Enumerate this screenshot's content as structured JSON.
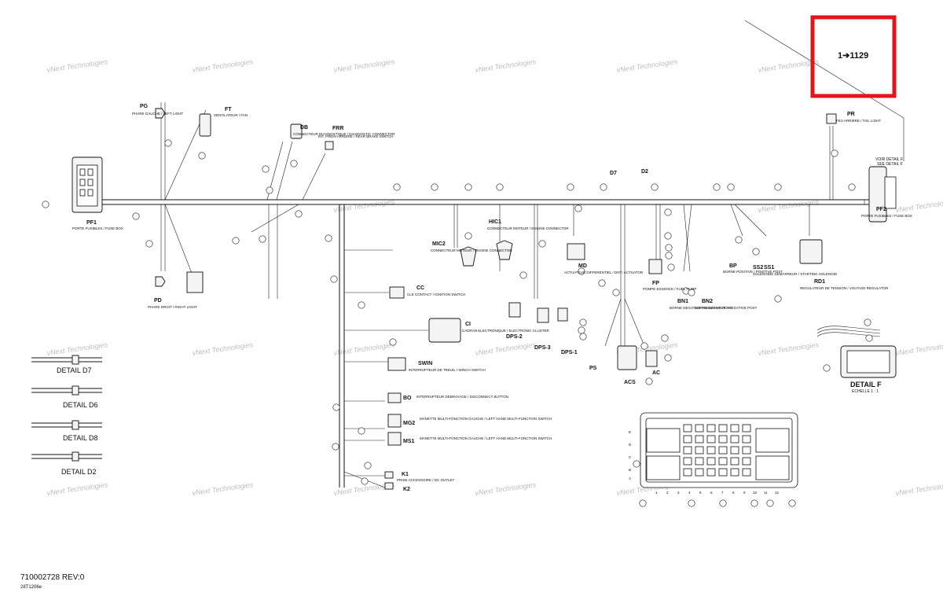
{
  "page_ref": "1➔1129",
  "doc_number": "710002728 REV:0",
  "sheet_code": "28T1206e",
  "watermark": "vNext Technologies",
  "detail_f_title": "DETAIL F",
  "detail_f_scale": "ECHELLE 1 : 1",
  "voir_detail_f": "VOIR DETAIL F",
  "see_detail_f": "SEE DETAIL F",
  "details": [
    "DETAIL D7",
    "DETAIL D6",
    "DETAIL D8",
    "DETAIL D2"
  ],
  "fusebox_rows": [
    "E",
    "D",
    "C",
    "B",
    "A"
  ],
  "fusebox_cols": [
    "1",
    "2",
    "3",
    "4",
    "5",
    "6",
    "7",
    "8",
    "9",
    "10",
    "11",
    "12"
  ],
  "connectors": [
    {
      "code": "PG",
      "desc": "PHARE GAUCHE / LEFT LIGHT"
    },
    {
      "code": "FT",
      "desc": "VENTILATEUR / FAN"
    },
    {
      "code": "DB",
      "desc": "CONNECTEUR DIAGNOSTIQUE / DIAGNOSTIC CONNECTOR"
    },
    {
      "code": "FRR",
      "desc": "INT. FREIN ARRIERE / REAR BRAKE SWITCH"
    },
    {
      "code": "PR",
      "desc": "FEU ARRIERE / TAIL LIGHT"
    },
    {
      "code": "D7",
      "desc": ""
    },
    {
      "code": "D2",
      "desc": ""
    },
    {
      "code": "PF1",
      "desc": "PORTE FUSIBLES / FUSE BOX"
    },
    {
      "code": "PF2",
      "desc": "PORTE FUSIBLES / FUSE BOX"
    },
    {
      "code": "PD",
      "desc": "PHARE DROIT / RIGHT LIGHT"
    },
    {
      "code": "MIC2",
      "desc": "CONNECTEUR MOTEUR / ENGINE CONNECTOR"
    },
    {
      "code": "HIC1",
      "desc": "CONNECTEUR MOTEUR / ENGINE CONNECTOR"
    },
    {
      "code": "MD",
      "desc": "ACTUATEUR DIFFERENTIEL / DIFF. ACTUATOR"
    },
    {
      "code": "CC",
      "desc": "CLE CONTACT / IGNITION SWITCH"
    },
    {
      "code": "CI",
      "desc": "CADRAN ELECTRONIQUE / ELECTRONIC CLUSTER"
    },
    {
      "code": "SWIN",
      "desc": "INTERRUPTEUR DE TREUIL / WINCH SWITCH"
    },
    {
      "code": "BO",
      "desc": "INTERRUPTEUR DEBRAYAGE / DISCONNECT BUTTON"
    },
    {
      "code": "MG2",
      "desc": "MANETTE MULTI-FONCTION GAUCHE / LEFT HAND MULTI-FUNCTION SWITCH"
    },
    {
      "code": "MS1",
      "desc": "MANETTE MULTI-FONCTION GAUCHE / LEFT HAND MULTI-FUNCTION SWITCH"
    },
    {
      "code": "DPS-2",
      "desc": ""
    },
    {
      "code": "DPS-3",
      "desc": ""
    },
    {
      "code": "DPS-1",
      "desc": ""
    },
    {
      "code": "FP",
      "desc": "POMPE ESSENCE / FUEL PUMP"
    },
    {
      "code": "BN1",
      "desc": "BORNE NEGATIVE / NEGATIVE POST"
    },
    {
      "code": "BN2",
      "desc": "BORNE NEGATIVE / NEGATIVE POST"
    },
    {
      "code": "BP",
      "desc": "BORNE POSITIVE / POSITIVE POST"
    },
    {
      "code": "SS2",
      "desc": ""
    },
    {
      "code": "SS1",
      "desc": "SOLENOIDE DEMARREUR / STARTING SOLENOID"
    },
    {
      "code": "RD1",
      "desc": "REGULATEUR DE TENSION / VOLTAGE REGULATOR"
    },
    {
      "code": "PS",
      "desc": ""
    },
    {
      "code": "ACS",
      "desc": ""
    },
    {
      "code": "AC",
      "desc": ""
    },
    {
      "code": "K1",
      "desc": "PRISE ACCESSOIRE / DC OUTLET"
    },
    {
      "code": "K2",
      "desc": ""
    }
  ]
}
